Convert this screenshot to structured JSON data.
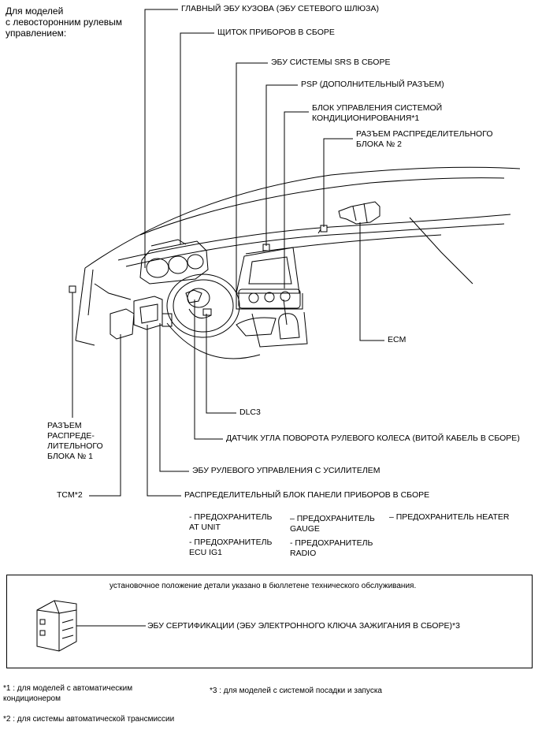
{
  "header": {
    "model_note": "Для моделей\nс левосторонним рулевым\nуправлением:"
  },
  "labels": {
    "main_body_ecu": "ГЛАВНЫЙ ЭБУ КУЗОВА (ЭБУ СЕТЕВОГО ШЛЮЗА)",
    "instrument_panel": "ЩИТОК ПРИБОРОВ В СБОРЕ",
    "srs_ecu": "ЭБУ СИСТЕМЫ SRS В СБОРЕ",
    "psp": "PSP (ДОПОЛНИТЕЛЬНЫЙ РАЗЪЕМ)",
    "ac_control": "БЛОК УПРАВЛЕНИЯ СИСТЕМОЙ\nКОНДИЦИОНИРОВАНИЯ*1",
    "junction_connector_2": "РАЗЪЕМ РАСПРЕДЕЛИТЕЛЬНОГО\nБЛОКА № 2",
    "ecm": "ECM",
    "dlc3": "DLC3",
    "steering_angle_sensor": "ДАТЧИК УГЛА ПОВОРОТА РУЛЕВОГО КОЛЕСА (ВИТОЙ КАБЕЛЬ В СБОРЕ)",
    "power_steering_ecu": "ЭБУ РУЛЕВОГО УПРАВЛЕНИЯ С УСИЛИТЕЛЕМ",
    "instrument_junction_block": "РАСПРЕДЕЛИТЕЛЬНЫЙ БЛОК ПАНЕЛИ ПРИБОРОВ В СБОРЕ",
    "junction_connector_1": "РАЗЪЕМ\nРАСПРЕДЕ-\nЛИТЕЛЬНОГО\nБЛОКА № 1",
    "tcm": "TCM*2"
  },
  "fuses": {
    "at_unit": "- ПРЕДОХРАНИТЕЛЬ\nAT UNIT",
    "ecu_ig1": "- ПРЕДОХРАНИТЕЛЬ\nECU IG1",
    "gauge": "– ПРЕДОХРАНИТЕЛЬ\nGAUGE",
    "radio": "- ПРЕДОХРАНИТЕЛЬ\nRADIO",
    "heater": "– ПРЕДОХРАНИТЕЛЬ HEATER"
  },
  "note_box": {
    "title": "установочное положение детали указано в бюллетене технического обслуживания.",
    "certification_ecu": "ЭБУ СЕРТИФИКАЦИИ (ЭБУ ЭЛЕКТРОННОГО КЛЮЧА ЗАЖИГАНИЯ В СБОРЕ)*3"
  },
  "footnotes": {
    "fn1": "*1 : для моделей с автоматическим\nкондиционером",
    "fn2": "*2 : для системы автоматической трансмиссии",
    "fn3": "*3 : для моделей с системой посадки и запуска"
  }
}
